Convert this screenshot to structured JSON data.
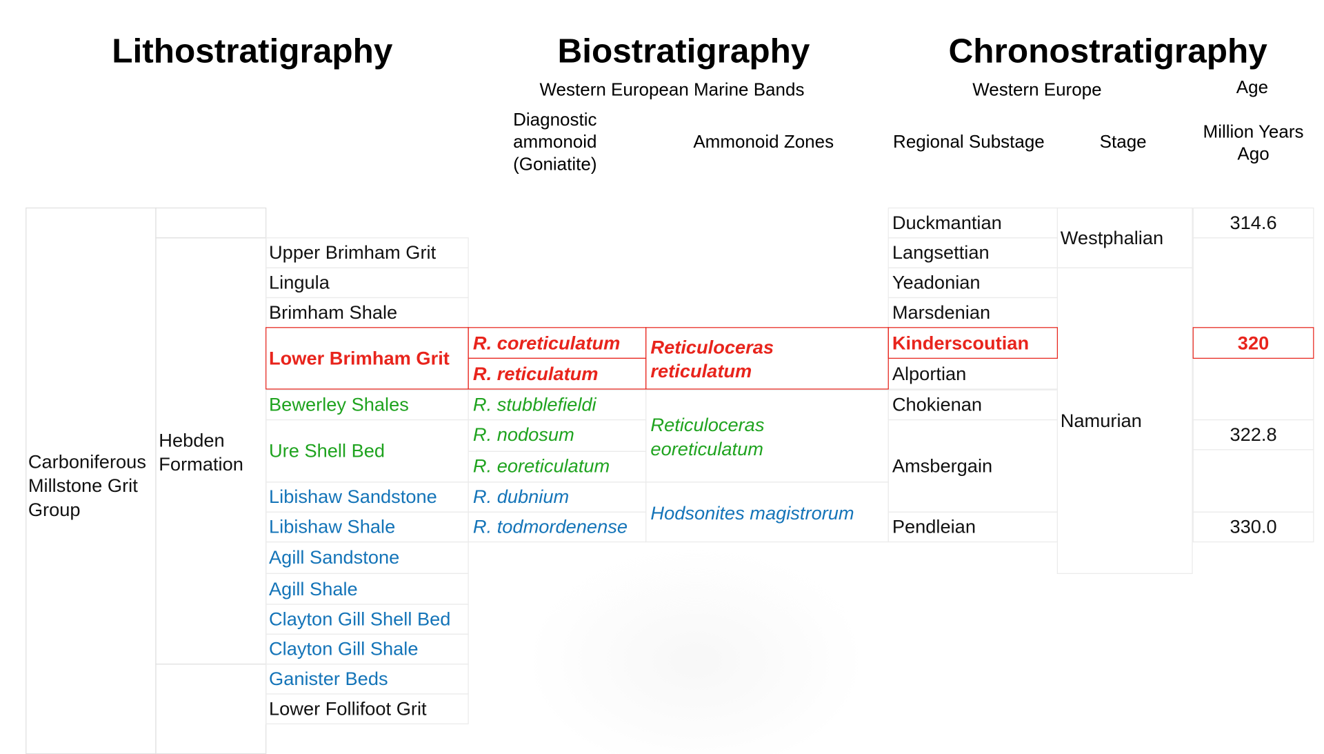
{
  "titles": {
    "litho": "Lithostratigraphy",
    "bio": "Biostratigraphy",
    "chrono": "Chronostratigraphy"
  },
  "headers": {
    "marine_bands": "Western European Marine Bands",
    "western_europe": "Western Europe",
    "age": "Age",
    "diagnostic": [
      "Diagnostic",
      "ammonoid",
      "(Goniatite)"
    ],
    "ammonoid_zones": "Ammonoid Zones",
    "regional_substage": "Regional Substage",
    "stage": "Stage",
    "mya": [
      "Million Years",
      "Ago"
    ]
  },
  "group": [
    "Carboniferous",
    "Millstone Grit",
    "Group"
  ],
  "formation": [
    "Hebden",
    "Formation"
  ],
  "members": [
    {
      "name": "Upper Brimham Grit",
      "color": "black"
    },
    {
      "name": "Lingula",
      "color": "black"
    },
    {
      "name": "Brimham Shale",
      "color": "black"
    },
    {
      "name": "Lower Brimham Grit",
      "color": "red"
    },
    {
      "name": "Bewerley Shales",
      "color": "green"
    },
    {
      "name": "Ure Shell Bed",
      "color": "green"
    },
    {
      "name": "Libishaw Sandstone",
      "color": "blue"
    },
    {
      "name": "Libishaw Shale",
      "color": "blue"
    },
    {
      "name": "Agill Sandstone",
      "color": "blue"
    },
    {
      "name": "Agill Shale",
      "color": "blue"
    },
    {
      "name": "Clayton Gill Shell Bed",
      "color": "blue"
    },
    {
      "name": "Clayton Gill Shale",
      "color": "blue"
    },
    {
      "name": "Ganister Beds",
      "color": "blue"
    },
    {
      "name": "Lower Follifoot Grit",
      "color": "black"
    }
  ],
  "goniatites": [
    {
      "name": "R. coreticulatum",
      "color": "red"
    },
    {
      "name": "R. reticulatum",
      "color": "red"
    },
    {
      "name": "R. stubblefieldi",
      "color": "green"
    },
    {
      "name": "R. nodosum",
      "color": "green"
    },
    {
      "name": "R. eoreticulatum",
      "color": "green"
    },
    {
      "name": "R. dubnium",
      "color": "blue"
    },
    {
      "name": "R. todmordenense",
      "color": "blue"
    }
  ],
  "zones": [
    {
      "name": [
        "Reticuloceras",
        "reticulatum"
      ],
      "color": "red"
    },
    {
      "name": [
        "Reticuloceras",
        "eoreticulatum"
      ],
      "color": "green"
    },
    {
      "name": [
        "Hodsonites magistrorum"
      ],
      "color": "blue"
    }
  ],
  "substages": [
    {
      "name": "Duckmantian",
      "color": "black"
    },
    {
      "name": "Langsettian",
      "color": "black"
    },
    {
      "name": "Yeadonian",
      "color": "black"
    },
    {
      "name": "Marsdenian",
      "color": "black"
    },
    {
      "name": "Kinderscoutian",
      "color": "red"
    },
    {
      "name": "Alportian",
      "color": "black"
    },
    {
      "name": "Chokienan",
      "color": "black"
    },
    {
      "name": "Amsbergain",
      "color": "black"
    },
    {
      "name": "Pendleian",
      "color": "black"
    }
  ],
  "stages": [
    "Westphalian",
    "Namurian"
  ],
  "ages": [
    {
      "value": "314.6",
      "color": "black"
    },
    {
      "value": "320",
      "color": "red"
    },
    {
      "value": "322.8",
      "color": "black"
    },
    {
      "value": "330.0",
      "color": "black"
    }
  ],
  "colors": {
    "red": "#e8241c",
    "green": "#1fa31f",
    "blue": "#1474b8",
    "black": "#111111"
  }
}
